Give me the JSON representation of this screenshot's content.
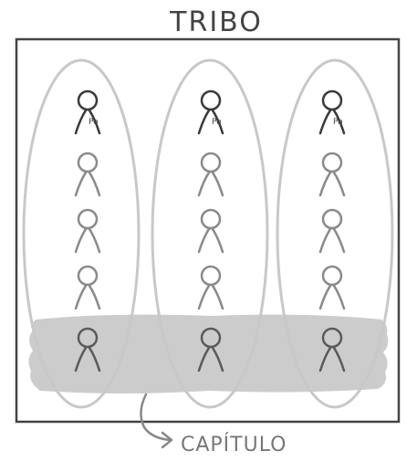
{
  "diagram": {
    "title": "TRIBO",
    "caption": "CAPÍTULO",
    "po_label": "Po",
    "columns": 3,
    "rows": 5,
    "colors": {
      "frame": "#444444",
      "squad_outline": "#c8c8c8",
      "chapter_band": "#cccccc",
      "figure_dark": "#3a3a3a",
      "figure_light": "#8a8a8a",
      "arrow": "#888888"
    }
  }
}
